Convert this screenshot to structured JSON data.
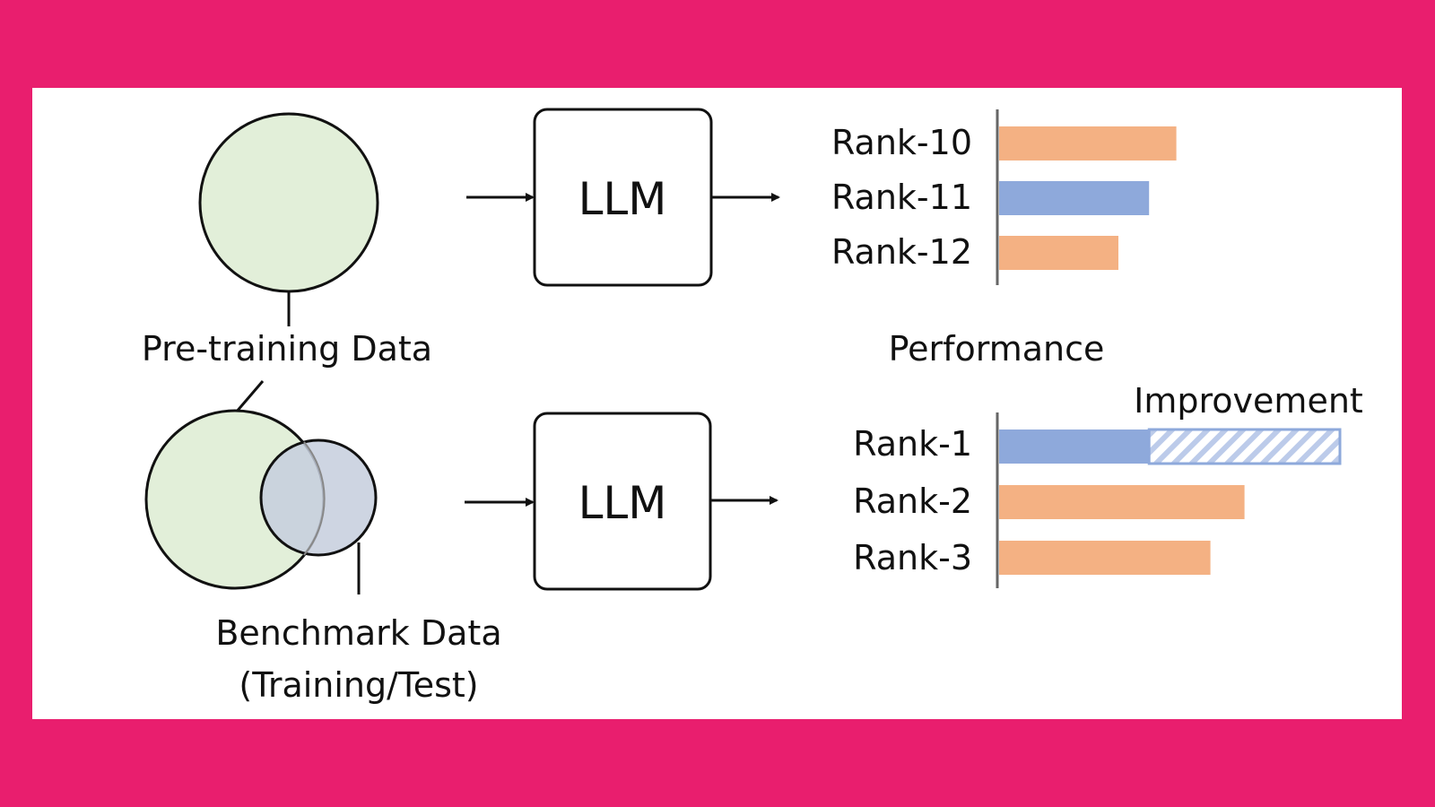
{
  "colors": {
    "frame": "#E91E6E",
    "panel": "#FFFFFF",
    "pretrain_fill": "#E2EFD9",
    "benchmark_fill": "#C5CEDD",
    "bar_orange": "#F4B183",
    "bar_blue": "#8EA9DB"
  },
  "top": {
    "data_label": "Pre-training Data",
    "model_label": "LLM",
    "ranks": [
      {
        "label": "Rank-10",
        "value": 0.52,
        "color": "orange"
      },
      {
        "label": "Rank-11",
        "value": 0.44,
        "color": "blue"
      },
      {
        "label": "Rank-12",
        "value": 0.35,
        "color": "orange"
      }
    ]
  },
  "middle_label": "Performance",
  "bottom": {
    "model_label": "LLM",
    "benchmark_label_line1": "Benchmark Data",
    "benchmark_label_line2": "(Training/Test)",
    "improvement_label": "Improvement",
    "ranks": [
      {
        "label": "Rank-1",
        "value": 0.44,
        "improvement": 0.56,
        "color": "blue"
      },
      {
        "label": "Rank-2",
        "value": 0.72,
        "color": "orange"
      },
      {
        "label": "Rank-3",
        "value": 0.62,
        "color": "orange"
      }
    ]
  }
}
